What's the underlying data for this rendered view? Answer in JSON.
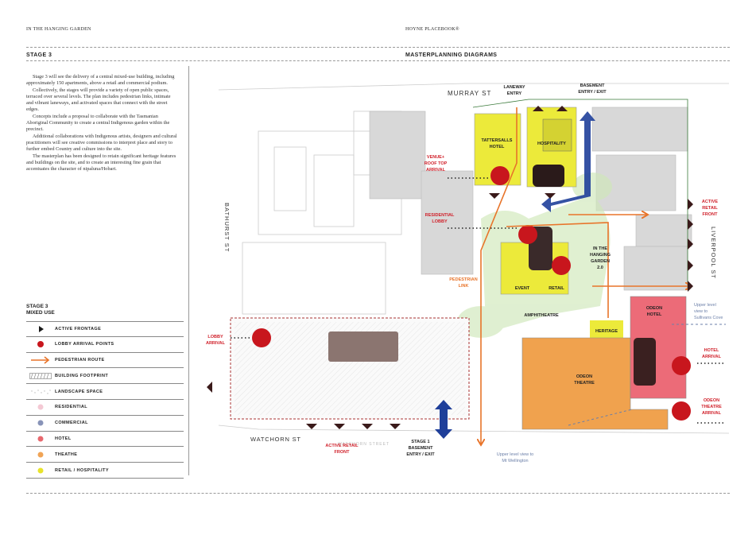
{
  "header": {
    "left": "IN THE HANGING GARDEN",
    "center": "HOYNE PLACEBOOK®"
  },
  "stage_title": "STAGE 3",
  "section_title": "MASTERPLANNING DIAGRAMS",
  "body_paragraphs": [
    "Stage 3 will see the delivery of a central mixed-use building, including approximately 150 apartments, above a retail and commercial podium.",
    "Collectively, the stages will provide a variety of open public spaces, terraced over several levels. The plan includes pedestrian links, intimate and vibrant laneways, and activated spaces that connect with the street edges.",
    "Concepts include a proposal to collaborate with the Tasmanian Aboriginal Community to create a central Indigenous garden within the precinct.",
    "Additional collaborations with Indigenous artists, designers and cultural practitioners will see creative commissions to interpret place and story to further embed Country and culture into the site.",
    "The masterplan has been designed to retain significant heritage features and buildings on the site, and to create an interesting fine grain that accentuates the character of nipaluna/Hobart."
  ],
  "legend": {
    "title_line1": "STAGE 3",
    "title_line2": "MIXED USE",
    "items": [
      {
        "label": "ACTIVE FRONTAGE",
        "icon": "triangle-icon",
        "color": "#1a1a1a"
      },
      {
        "label": "LOBBY ARRIVAL POINTS",
        "icon": "circle-icon",
        "color": "#c8161d"
      },
      {
        "label": "PEDESTRIAN ROUTE",
        "icon": "arrow-icon",
        "color": "#e8742a"
      },
      {
        "label": "BUILDING FOOTPRINT",
        "icon": "hatch-icon",
        "color": "#777777"
      },
      {
        "label": "LANDSCAPE SPACE",
        "icon": "stipple-icon",
        "color": "#bbbbbb"
      },
      {
        "label": "RESIDENTIAL",
        "icon": "dot-icon",
        "color": "#f4c9d4"
      },
      {
        "label": "COMMERCIAL",
        "icon": "dot-icon",
        "color": "#8893b8"
      },
      {
        "label": "HOTEL",
        "icon": "dot-icon",
        "color": "#e8686e"
      },
      {
        "label": "THEATHE",
        "icon": "dot-icon",
        "color": "#f0a456"
      },
      {
        "label": "RETAIL / HOSPITALITY",
        "icon": "dot-icon",
        "color": "#e8e32a"
      }
    ]
  },
  "map": {
    "streets": {
      "murray": "MURRAY ST",
      "bathurst": "BATHURST ST",
      "liverpool": "LIVERPOOL ST",
      "watchorn": "WATCHORN ST",
      "watchorn_faint": "WATCHORN STREET"
    },
    "buildings": {
      "tattersalls": [
        "TATTERSALLS",
        "HOTEL"
      ],
      "hospitality": "HOSPITALITY",
      "garden": [
        "IN THE",
        "HANGING",
        "GARDEN",
        "2.0"
      ],
      "event": "EVENT",
      "retail": "RETAIL",
      "amphitheatre": "AMPHITHEATRE",
      "heritage": "HERITAGE",
      "odeon_hotel": [
        "ODEON",
        "HOTEL"
      ],
      "odeon_theatre": [
        "ODEON",
        "THEATRE"
      ]
    },
    "callouts": {
      "laneway_entry": [
        "LANEWAY",
        "ENTRY"
      ],
      "basement_entry": [
        "BASEMENT",
        "ENTRY / EXIT"
      ],
      "venue_arrival": [
        "VENUE+",
        "ROOF TOP",
        "ARRIVAL"
      ],
      "residential_lobby": [
        "RESIDENTIAL",
        "LOBBY"
      ],
      "pedestrian_link": [
        "PEDESTRIAN",
        "LINK"
      ],
      "lobby_arrival": [
        "LOBBY",
        "ARRIVAL"
      ],
      "active_retail_front_right": [
        "ACTIVE",
        "RETAIL",
        "FRONT"
      ],
      "active_retail_front_bottom": [
        "ACTIVE RETAIL",
        "FRONT"
      ],
      "hotel_arrival": [
        "HOTEL",
        "ARRIVAL"
      ],
      "odeon_theatre_arrival": [
        "ODEON",
        "THEATRE",
        "ARRIVAL"
      ],
      "stage1_basement": [
        "STAGE 1",
        "BASEMENT",
        "ENTRY / EXIT"
      ],
      "view_sullivans": [
        "Upper level",
        "view to",
        "Sullivans Cove"
      ],
      "view_wellington": [
        "Upper level view to",
        "Mt Wellington"
      ]
    },
    "colors": {
      "retail": "#ecea3a",
      "hotel": "#ec6b78",
      "theatre": "#f0a24e",
      "lobby": "#c8161d",
      "pedestrian": "#e8742a",
      "basement_arrow": "#1f3f9a",
      "active_frontage": "#3a1a1a",
      "callout_red": "#d0202a",
      "view_blue": "#6b7fa8",
      "landscape": "#cfe8b9"
    }
  }
}
